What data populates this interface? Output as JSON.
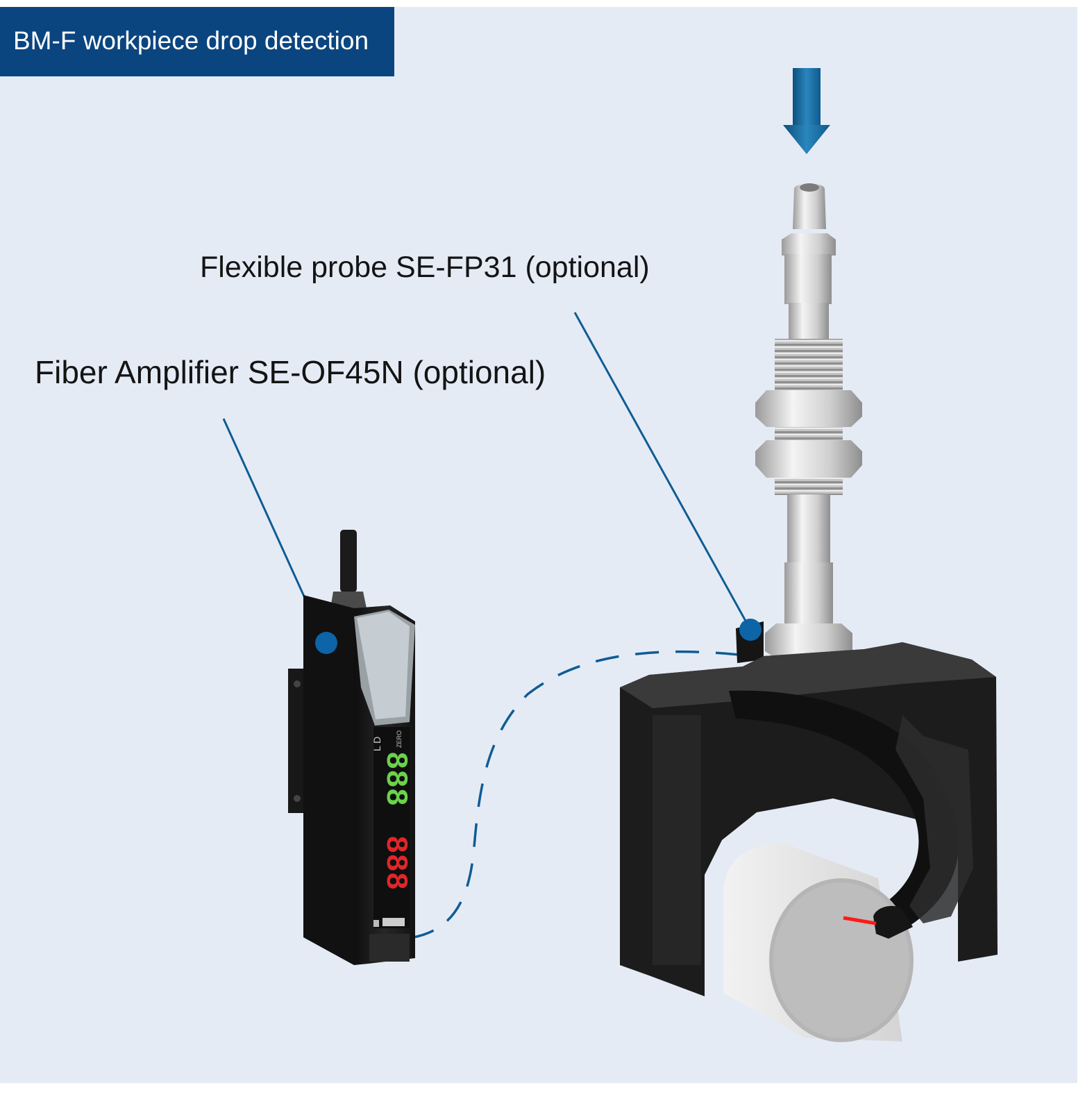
{
  "title": "BM-F workpiece drop detection",
  "labels": {
    "probe": "Flexible probe SE-FP31 (optional)",
    "amplifier": "Fiber Amplifier SE-OF45N (optional)"
  },
  "amplifier_panel": {
    "mode_letters": "L D",
    "zero_key": "ZERO",
    "green_display": "888",
    "red_display": "888"
  },
  "colors": {
    "title_bg": "#0b4580",
    "background": "#e5ebf5",
    "leader_line": "#0f5c94",
    "marker_dot": "#0d64a6",
    "arrow": "#1a6fa3",
    "display_green": "#6bd24a",
    "display_red": "#e0262a",
    "housing": "#1c1c1c",
    "probe_metal": "#c9c9c9",
    "laser": "#ff1a1a"
  },
  "icons": {
    "drop_arrow": "arrow-down-icon"
  }
}
